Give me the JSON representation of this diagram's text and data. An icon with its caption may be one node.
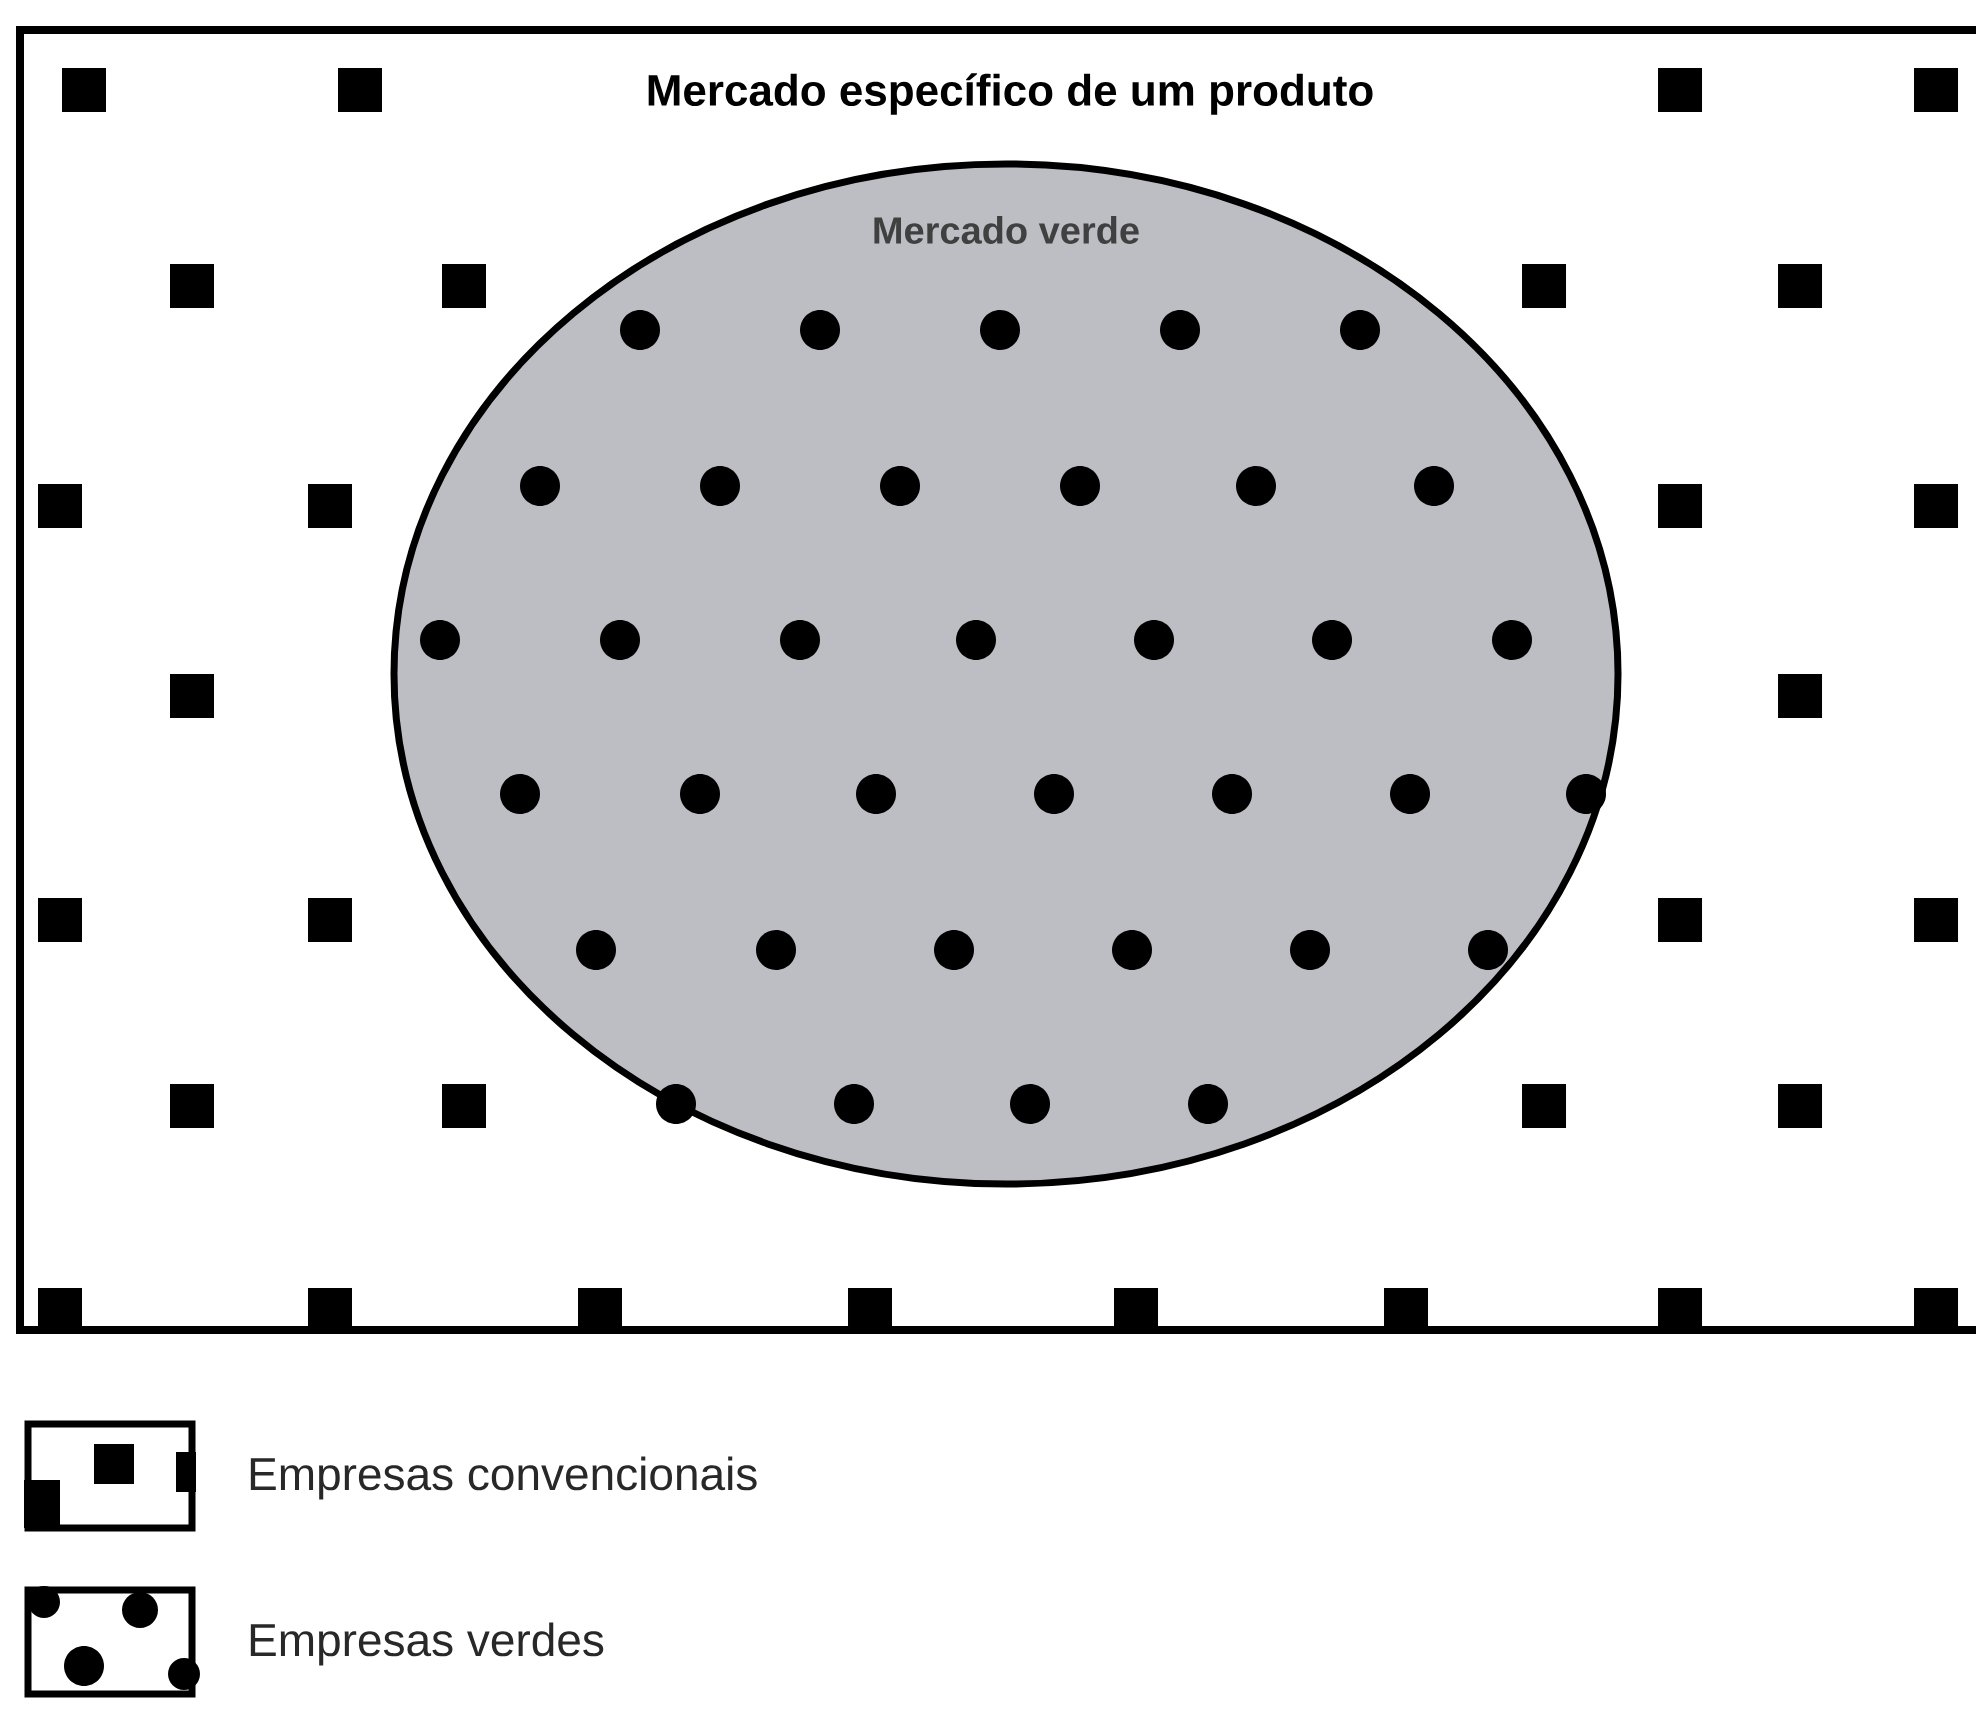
{
  "diagram": {
    "nodes": [
      {
        "text": [
          "Mercado específico de um produto"
        ]
      },
      {
        "text": [
          "Mercado verde"
        ],
        "in": 0
      }
    ],
    "edges": [],
    "legend": [
      {
        "text": "Empresas convencionais"
      },
      {
        "text": "Empresas verdes"
      }
    ]
  }
}
